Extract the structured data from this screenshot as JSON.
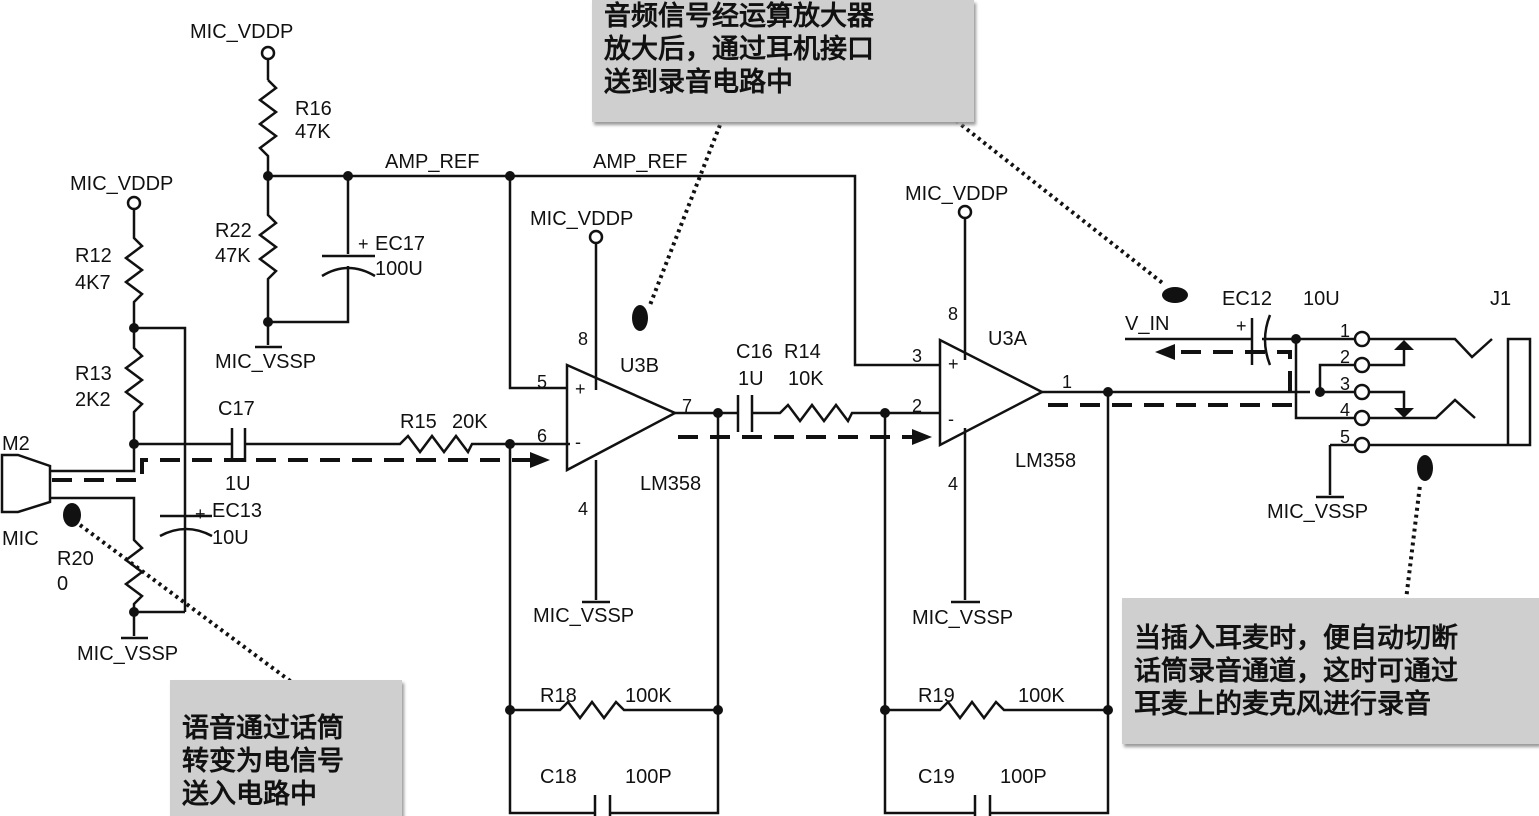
{
  "notes": {
    "mic_note": [
      "语音通过话筒",
      "转变为电信号",
      "送入电路中"
    ],
    "amp_note": [
      "音频信号经运算放大器",
      "放大后，通过耳机接口",
      "送到录音电路中"
    ],
    "jack_note": [
      "当插入耳麦时，便自动切断",
      "话筒录音通道，这时可通过",
      "耳麦上的麦克风进行录音"
    ]
  },
  "nets": {
    "vddp": "MIC_VDDP",
    "vssp": "MIC_VSSP",
    "amp_ref": "AMP_REF",
    "v_in": "V_IN"
  },
  "components": {
    "M2": {
      "ref": "M2",
      "name": "MIC"
    },
    "R16": {
      "ref": "R16",
      "value": "47K"
    },
    "R22": {
      "ref": "R22",
      "value": "47K"
    },
    "EC17": {
      "ref": "EC17",
      "value": "100U"
    },
    "R12": {
      "ref": "R12",
      "value": "4K7"
    },
    "R13": {
      "ref": "R13",
      "value": "2K2"
    },
    "C17": {
      "ref": "C17",
      "value": "1U"
    },
    "EC13": {
      "ref": "EC13",
      "value": "10U"
    },
    "R20": {
      "ref": "R20",
      "value": "0"
    },
    "R15": {
      "ref": "R15",
      "value": "20K"
    },
    "U3B": {
      "ref": "U3B",
      "part": "LM358",
      "pins": [
        "5",
        "6",
        "7",
        "8",
        "4"
      ]
    },
    "C16": {
      "ref": "C16",
      "value": "1U"
    },
    "R14": {
      "ref": "R14",
      "value": "10K"
    },
    "U3A": {
      "ref": "U3A",
      "part": "LM358",
      "pins": [
        "3",
        "2",
        "1",
        "8",
        "4"
      ]
    },
    "R18": {
      "ref": "R18",
      "value": "100K"
    },
    "C18": {
      "ref": "C18",
      "value": "100P"
    },
    "R19": {
      "ref": "R19",
      "value": "100K"
    },
    "C19": {
      "ref": "C19",
      "value": "100P"
    },
    "EC12": {
      "ref": "EC12",
      "value": "10U"
    },
    "J1": {
      "ref": "J1",
      "pins": [
        "1",
        "2",
        "3",
        "4",
        "5"
      ]
    }
  },
  "symbols": {
    "plus": "+",
    "minus": "-"
  }
}
